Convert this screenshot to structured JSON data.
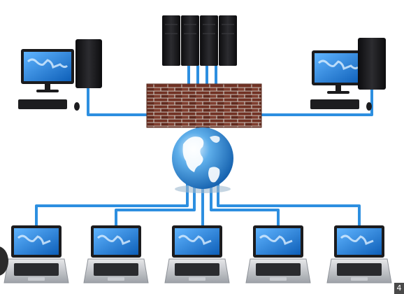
{
  "diagram": {
    "nodes": [
      {
        "id": "server-rack",
        "kind": "server-rack-icon"
      },
      {
        "id": "desktop-left",
        "kind": "desktop-computer-icon"
      },
      {
        "id": "desktop-right",
        "kind": "desktop-computer-icon"
      },
      {
        "id": "firewall",
        "kind": "firewall-brick-wall-icon"
      },
      {
        "id": "internet",
        "kind": "globe-icon"
      },
      {
        "id": "laptop-1",
        "kind": "laptop-icon"
      },
      {
        "id": "laptop-2",
        "kind": "laptop-icon"
      },
      {
        "id": "laptop-3",
        "kind": "laptop-icon"
      },
      {
        "id": "laptop-4",
        "kind": "laptop-icon"
      },
      {
        "id": "laptop-5",
        "kind": "laptop-icon"
      }
    ],
    "links": [
      [
        "server-rack",
        "firewall"
      ],
      [
        "desktop-left",
        "firewall"
      ],
      [
        "desktop-right",
        "firewall"
      ],
      [
        "firewall",
        "internet"
      ],
      [
        "internet",
        "laptop-1"
      ],
      [
        "internet",
        "laptop-2"
      ],
      [
        "internet",
        "laptop-3"
      ],
      [
        "internet",
        "laptop-4"
      ],
      [
        "internet",
        "laptop-5"
      ]
    ],
    "colors": {
      "cable": "#2d8fe0",
      "brick": "#7a3a2a",
      "mortar": "#d8cfc8",
      "screen": "#1f78d6",
      "device_dark": "#1d1d1f",
      "laptop_body": "#b9bcc2",
      "globe_ocean": "#2e8de0",
      "globe_land": "#ffffff"
    }
  },
  "badge": {
    "text": "4"
  }
}
